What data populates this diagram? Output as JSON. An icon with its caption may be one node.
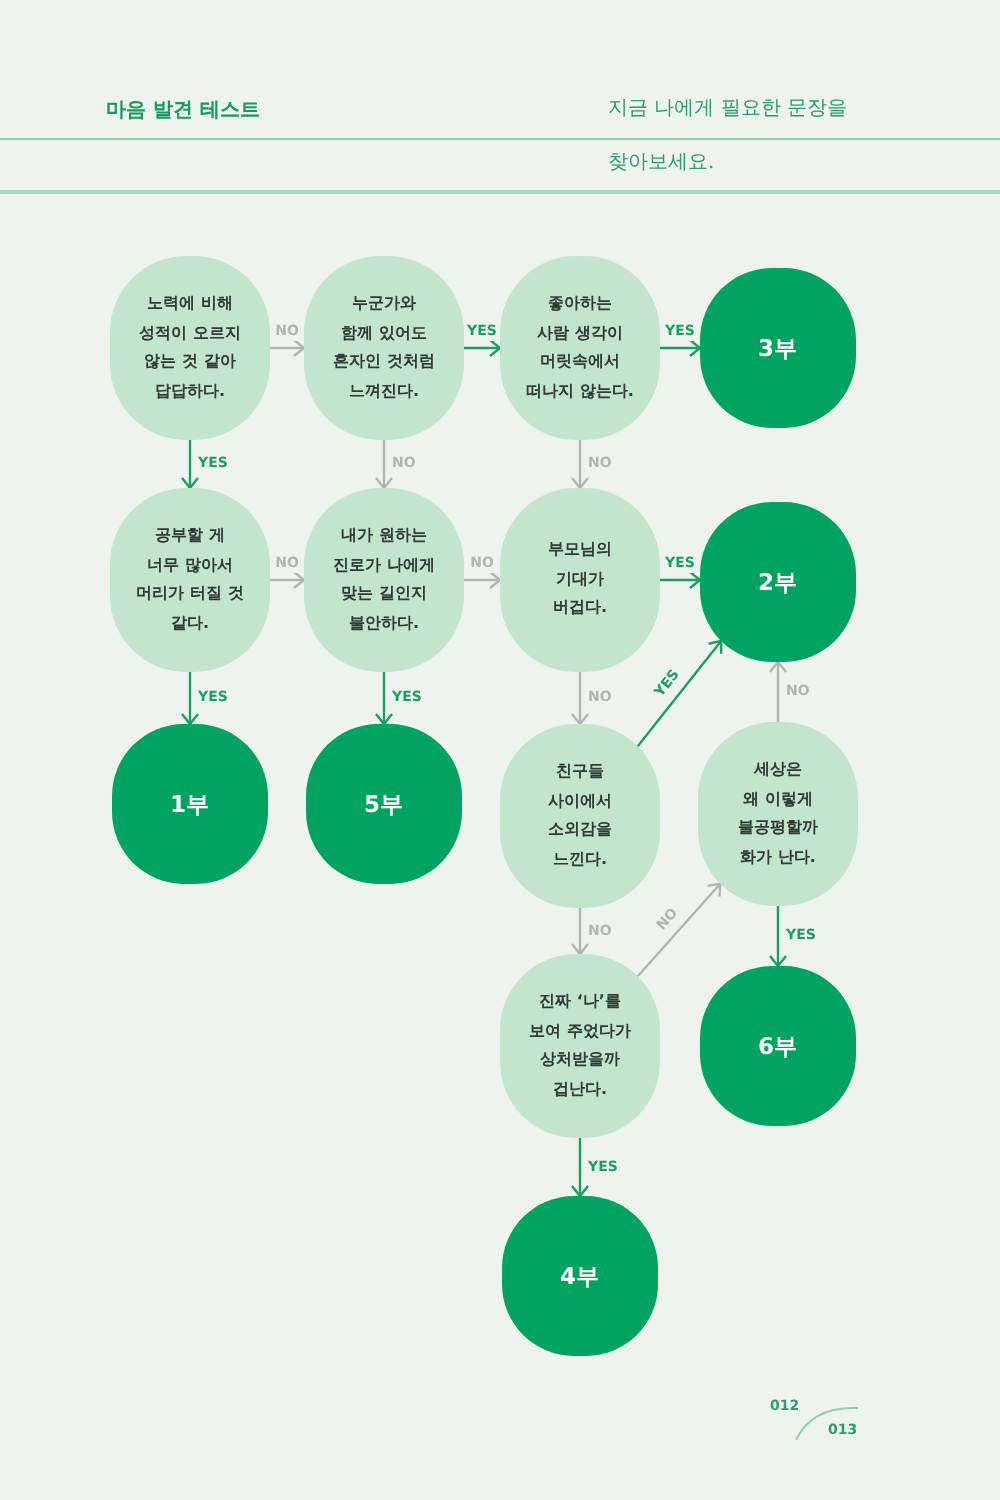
{
  "diagram": {
    "title": "마음 발견 테스트",
    "nodes": [
      {
        "text": [
          "노력에 비해 성적이 오르지 않는 것 같아 답답하다."
        ]
      },
      {
        "text": [
          "누군가와 함께 있어도 혼자인 것처럼 느껴진다."
        ]
      },
      {
        "text": [
          "좋아하는 사람 생각이 머릿속에서 떠나지 않는다."
        ]
      },
      {
        "text": [
          "3부"
        ]
      },
      {
        "text": [
          "공부할 게 너무 많아서 머리가 터질 것 같다."
        ]
      },
      {
        "text": [
          "내가 원하는 진로가 나에게 맞는 길인지 불안하다."
        ]
      },
      {
        "text": [
          "부모님의 기대가 버겁다."
        ]
      },
      {
        "text": [
          "2부"
        ]
      },
      {
        "text": [
          "1부"
        ]
      },
      {
        "text": [
          "5부"
        ]
      },
      {
        "text": [
          "친구들 사이에서 소외감을 느낀다."
        ]
      },
      {
        "text": [
          "세상은 왜 이렇게 불공평할까 화가 난다."
        ]
      },
      {
        "text": [
          "진짜 ‘나’를 보여 주었다가 상처받을까 겁난다."
        ]
      },
      {
        "text": [
          "6부"
        ]
      },
      {
        "text": [
          "4부"
        ]
      }
    ],
    "edges": [
      {
        "from": 0,
        "to": 1,
        "arrow": "to",
        "label": "NO",
        "color": "#b3b3b3"
      },
      {
        "from": 1,
        "to": 2,
        "arrow": "to",
        "label": "YES",
        "color": "#1a9f63"
      },
      {
        "from": 2,
        "to": 3,
        "arrow": "to",
        "label": "YES",
        "color": "#1a9f63"
      },
      {
        "from": 0,
        "to": 4,
        "arrow": "to",
        "label": "YES",
        "color": "#1a9f63"
      },
      {
        "from": 1,
        "to": 5,
        "arrow": "to",
        "label": "NO",
        "color": "#b3b3b3"
      },
      {
        "from": 2,
        "to": 6,
        "arrow": "to",
        "label": "NO",
        "color": "#b3b3b3"
      },
      {
        "from": 4,
        "to": 5,
        "arrow": "to",
        "label": "NO",
        "color": "#b3b3b3"
      },
      {
        "from": 5,
        "to": 6,
        "arrow": "to",
        "label": "NO",
        "color": "#b3b3b3"
      },
      {
        "from": 6,
        "to": 7,
        "arrow": "to",
        "label": "YES",
        "color": "#1a9f63"
      },
      {
        "from": 4,
        "to": 8,
        "arrow": "to",
        "label": "YES",
        "color": "#1a9f63"
      },
      {
        "from": 5,
        "to": 9,
        "arrow": "to",
        "label": "YES",
        "color": "#1a9f63"
      },
      {
        "from": 6,
        "to": 10,
        "arrow": "to",
        "label": "NO",
        "color": "#b3b3b3"
      },
      {
        "from": 10,
        "to": 7,
        "arrow": "to",
        "label": "YES",
        "color": "#1a9f63"
      },
      {
        "from": 11,
        "to": 7,
        "arrow": "to",
        "label": "NO",
        "color": "#b3b3b3"
      },
      {
        "from": 10,
        "to": 12,
        "arrow": "to",
        "label": "NO",
        "color": "#b3b3b3"
      },
      {
        "from": 12,
        "to": 11,
        "arrow": "to",
        "label": "NO",
        "color": "#b3b3b3"
      },
      {
        "from": 11,
        "to": 13,
        "arrow": "to",
        "label": "YES",
        "color": "#1a9f63"
      },
      {
        "from": 12,
        "to": 14,
        "arrow": "to",
        "label": "YES",
        "color": "#1a9f63"
      }
    ],
    "labels": [
      "지금 나에게 필요한 문장을 찾아보세요.",
      "012",
      "013"
    ]
  }
}
